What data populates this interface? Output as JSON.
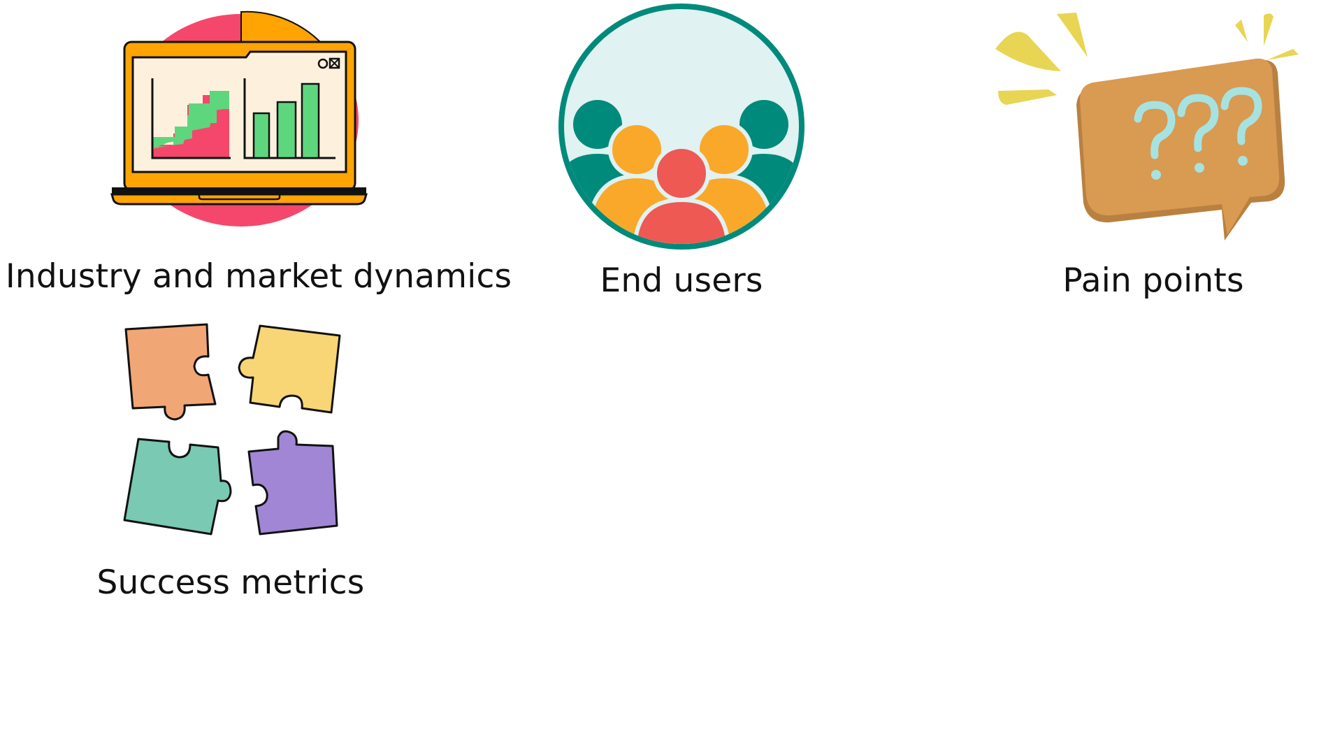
{
  "slide": {
    "items": [
      {
        "label": "Industry and market dynamics",
        "icon": "laptop-charts-icon"
      },
      {
        "label": "End users",
        "icon": "user-group-icon"
      },
      {
        "label": "Pain points",
        "icon": "question-speech-bubble-icon"
      },
      {
        "label": "Success metrics",
        "icon": "puzzle-pieces-icon"
      }
    ]
  },
  "colors": {
    "laptop_orange": "#FFA402",
    "blob_pink": "#F5476B",
    "chart_green": "#5ED67D",
    "group_teal": "#008A7B",
    "group_orange": "#F9A82A",
    "group_red": "#EE5953",
    "bubble_tan": "#D99A52",
    "question_aqua": "#A6E3E0",
    "spark_yellow": "#E8D553",
    "puzzle_orange": "#F0A675",
    "puzzle_yellow": "#F8D676",
    "puzzle_teal": "#79C9B3",
    "puzzle_purple": "#A186D5"
  }
}
